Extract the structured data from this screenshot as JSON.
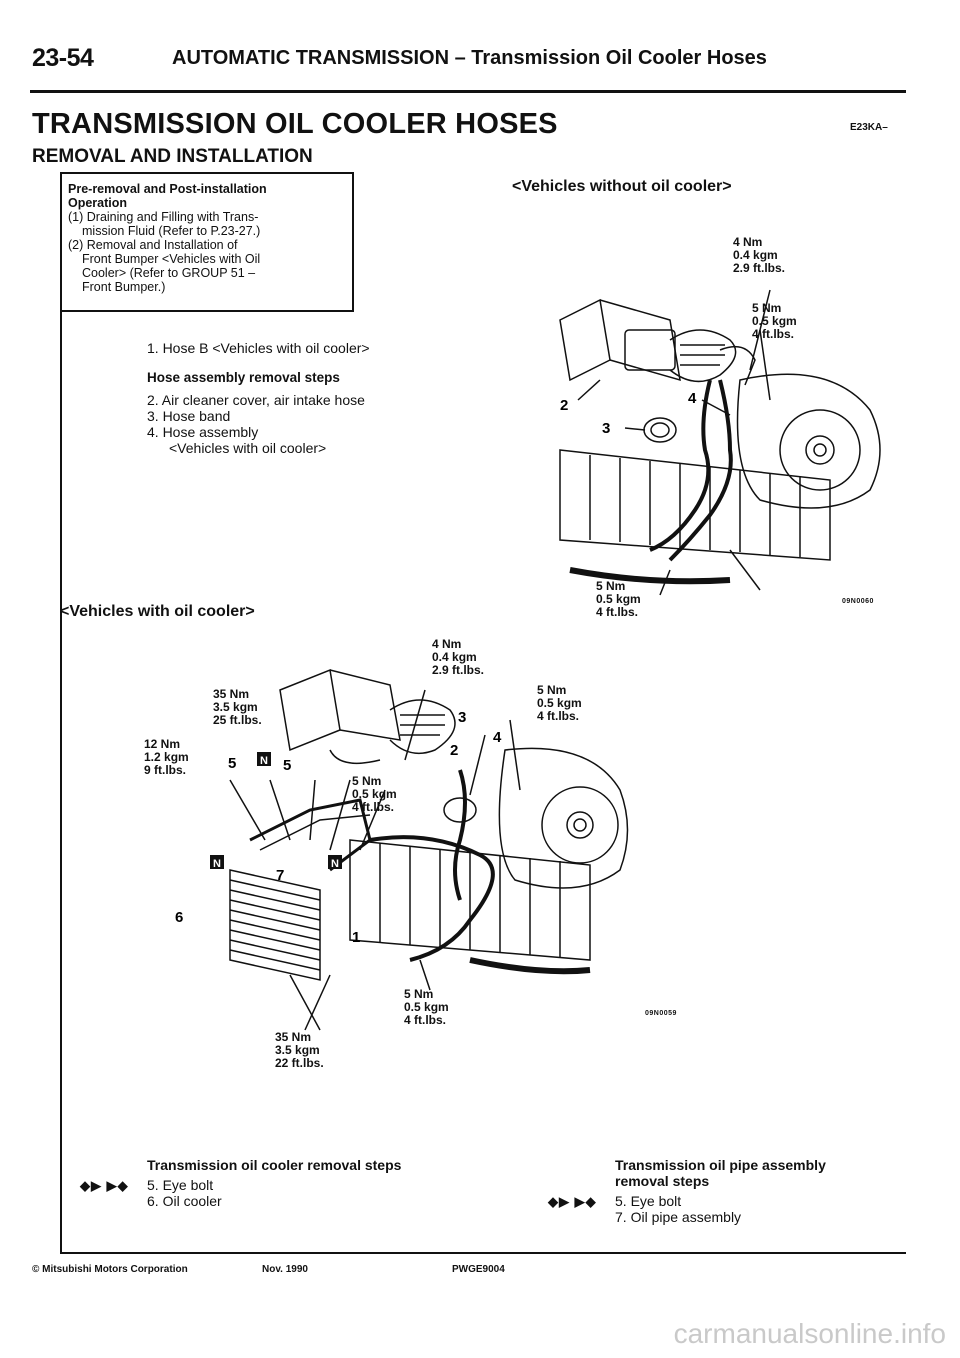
{
  "header": {
    "page_number": "23-54",
    "running_title": "AUTOMATIC TRANSMISSION – Transmission Oil Cooler Hoses"
  },
  "section": {
    "title": "TRANSMISSION OIL COOLER HOSES",
    "code": "E23KA–",
    "subtitle": "REMOVAL AND INSTALLATION"
  },
  "operation_box": {
    "title_line1": "Pre-removal and Post-installation",
    "title_line2": "Operation",
    "item1_line1": "(1) Draining and Filling with Trans-",
    "item1_line2": "mission Fluid (Refer to P.23-27.)",
    "item2_line1": "(2) Removal and Installation of",
    "item2_line2": "Front Bumper <Vehicles with Oil",
    "item2_line3": "Cooler> (Refer to GROUP 51 –",
    "item2_line4": "Front Bumper.)"
  },
  "steps": {
    "step1": "1. Hose B <Vehicles with oil cooler>",
    "hose_heading": "Hose assembly removal steps",
    "step2": "2. Air cleaner cover, air intake hose",
    "step3": "3. Hose band",
    "step4": "4. Hose assembly",
    "step4_note": "<Vehicles with oil cooler>"
  },
  "diagram_top": {
    "caption": "<Vehicles without oil cooler>",
    "torque_a": [
      "4 Nm",
      "0.4 kgm",
      "2.9 ft.lbs."
    ],
    "torque_b": [
      "5 Nm",
      "0.5 kgm",
      "4 ft.lbs."
    ],
    "torque_c": [
      "5 Nm",
      "0.5 kgm",
      "4 ft.lbs."
    ],
    "labels": [
      "2",
      "3",
      "4"
    ],
    "code": "09N0060"
  },
  "diagram_bottom": {
    "caption": "<Vehicles with oil cooler>",
    "torque_a": [
      "4 Nm",
      "0.4 kgm",
      "2.9 ft.lbs."
    ],
    "torque_b": [
      "35 Nm",
      "3.5 kgm",
      "25 ft.lbs."
    ],
    "torque_c": [
      "5 Nm",
      "0.5 kgm",
      "4 ft.lbs."
    ],
    "torque_d": [
      "12 Nm",
      "1.2 kgm",
      "9 ft.lbs."
    ],
    "torque_e": [
      "5 Nm",
      "0.5 kgm",
      "4 ft.lbs."
    ],
    "torque_f": [
      "5 Nm",
      "0.5 kgm",
      "4 ft.lbs."
    ],
    "torque_g": [
      "35 Nm",
      "3.5 kgm",
      "22 ft.lbs."
    ],
    "labels": [
      "5",
      "5",
      "2",
      "3",
      "4",
      "7",
      "6",
      "1"
    ],
    "marker": "N",
    "code": "09N0059"
  },
  "bottom_left": {
    "heading": "Transmission oil cooler removal steps",
    "symbols": "◆▶ ▶◆",
    "step5": "5. Eye bolt",
    "step6": "6. Oil cooler"
  },
  "bottom_right": {
    "heading_line1": "Transmission oil pipe assembly",
    "heading_line2": "removal steps",
    "symbols": "◆▶ ▶◆",
    "step5": "5. Eye bolt",
    "step7": "7. Oil pipe assembly"
  },
  "footer": {
    "copyright": "© Mitsubishi Motors Corporation",
    "date": "Nov. 1990",
    "code": "PWGE9004"
  },
  "watermark": "carmanualsonline.info"
}
